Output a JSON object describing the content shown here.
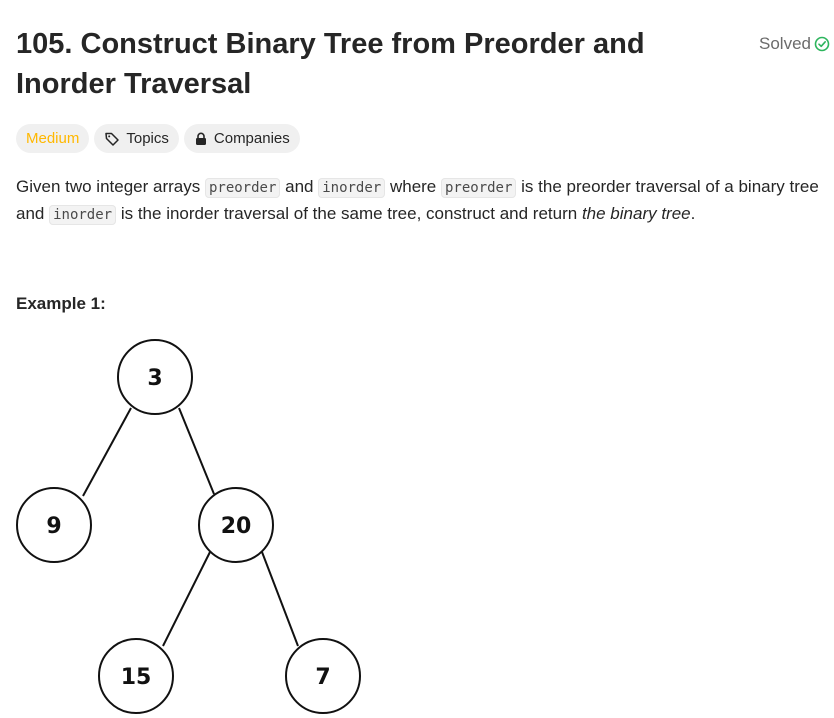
{
  "problem": {
    "title": "105. Construct Binary Tree from Preorder and Inorder Traversal",
    "status": "Solved",
    "status_color": "#2db55d"
  },
  "tags": {
    "difficulty": "Medium",
    "difficulty_color": "#ffb800",
    "topics": "Topics",
    "companies": "Companies"
  },
  "description": {
    "part1": "Given two integer arrays ",
    "code1": "preorder",
    "part2": " and ",
    "code2": "inorder",
    "part3": " where ",
    "code3": "preorder",
    "part4": " is the preorder traversal of a binary tree and ",
    "code4": "inorder",
    "part5": " is the inorder traversal of the same tree, construct and return ",
    "emphasis": "the binary tree",
    "part6": "."
  },
  "example": {
    "heading": "Example 1:",
    "tree_nodes": [
      "3",
      "9",
      "20",
      "15",
      "7"
    ]
  }
}
